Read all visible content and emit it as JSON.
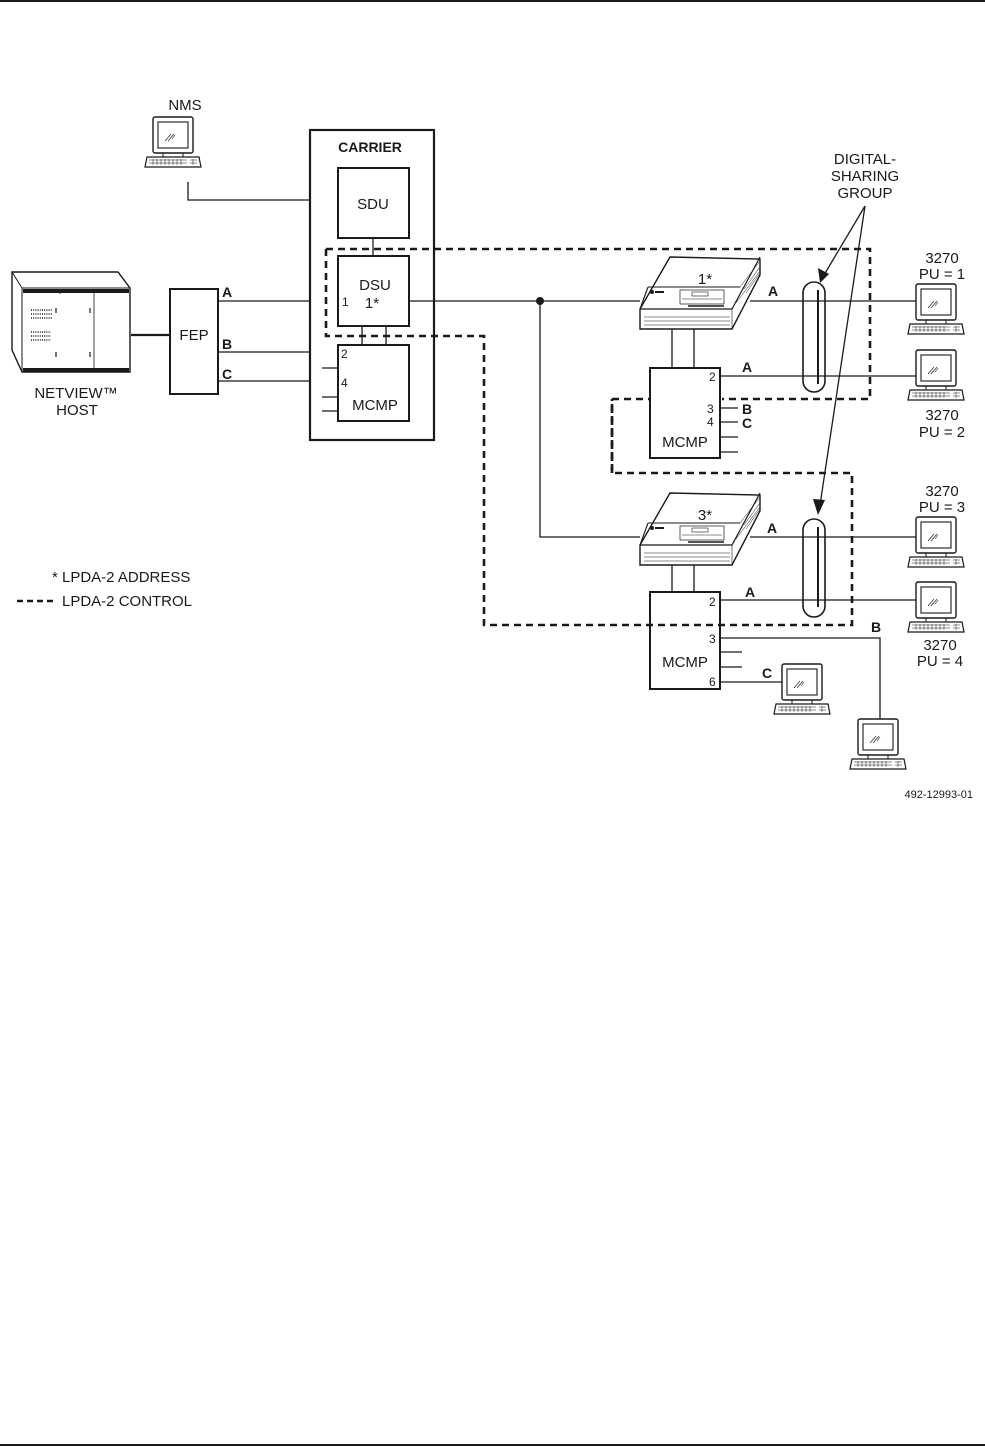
{
  "diagram": {
    "figure_id": "492-12993-01",
    "nodes": {
      "nms": "NMS",
      "host_line1": "NETVIEW™",
      "host_line2": "HOST",
      "fep": "FEP",
      "carrier": "CARRIER",
      "sdu": "SDU",
      "dsu": "DSU",
      "dsu_address": "1*",
      "carrier_mcmp": "MCMP",
      "dsu_remote_1_address": "1*",
      "dsu_remote_3_address": "3*",
      "mcmp_remote_1": "MCMP",
      "mcmp_remote_3": "MCMP",
      "sharing_group_line1": "DIGITAL-",
      "sharing_group_line2": "SHARING",
      "sharing_group_line3": "GROUP"
    },
    "terminals": [
      {
        "model": "3270",
        "pu": "PU = 1"
      },
      {
        "model": "3270",
        "pu": "PU = 2"
      },
      {
        "model": "3270",
        "pu": "PU = 3"
      },
      {
        "model": "3270",
        "pu": "PU = 4"
      }
    ],
    "links": {
      "fep_a": "A",
      "fep_b": "B",
      "fep_c": "C",
      "dsu1_a": "A",
      "mcmp1_a": "A",
      "mcmp1_b": "B",
      "mcmp1_c": "C",
      "dsu3_a": "A",
      "mcmp3_a": "A",
      "mcmp3_b": "B",
      "mcmp3_c": "C"
    },
    "ports": {
      "dsu_port": "1",
      "carrier_mcmp_p2": "2",
      "carrier_mcmp_p4": "4",
      "mcmp1_p2": "2",
      "mcmp1_p3": "3",
      "mcmp1_p4": "4",
      "mcmp3_p2": "2",
      "mcmp3_p3": "3",
      "mcmp3_p6": "6"
    },
    "legend": {
      "address_symbol": "*",
      "address_label": "LPDA-2 ADDRESS",
      "control_symbol": "----",
      "control_label": "LPDA-2 CONTROL"
    }
  }
}
